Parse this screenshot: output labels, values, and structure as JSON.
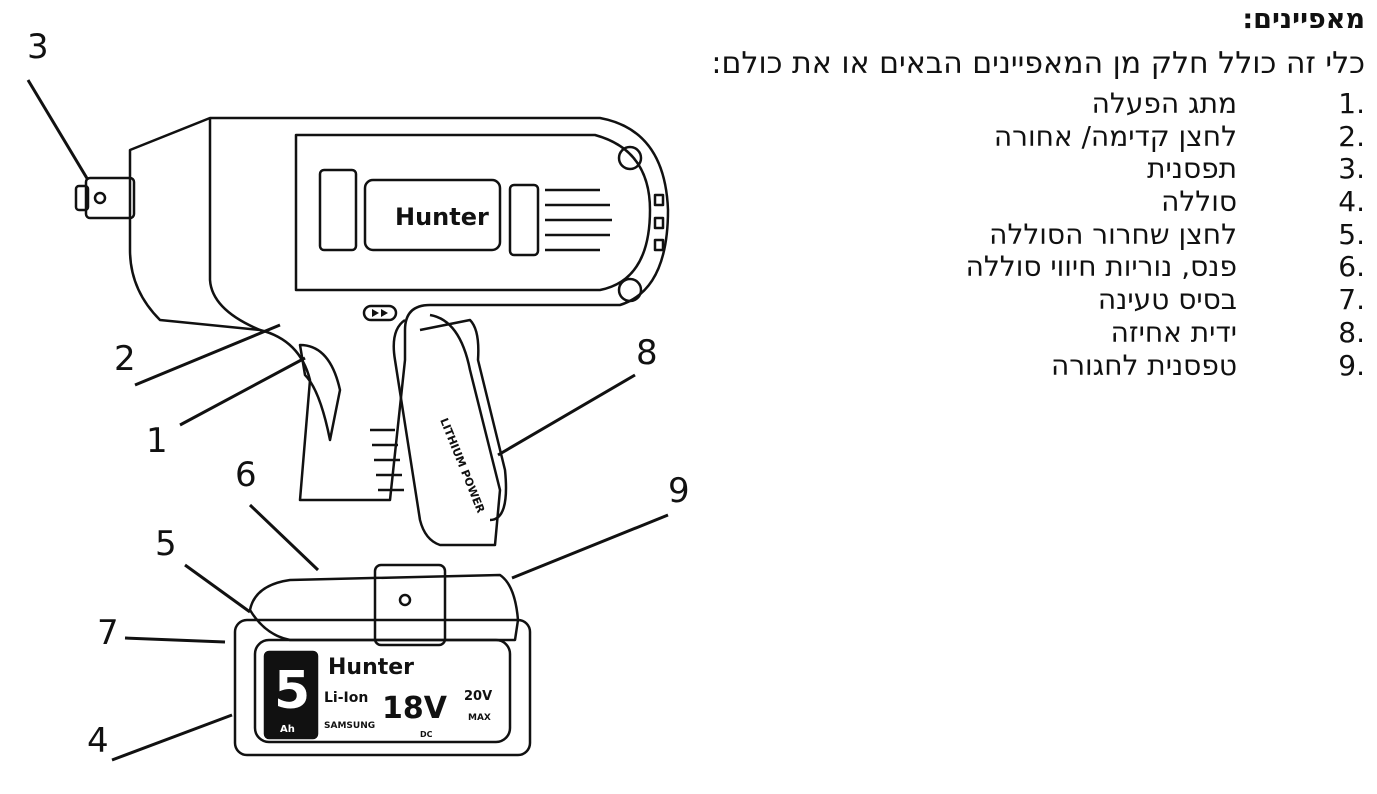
{
  "heading": "מאפיינים:",
  "intro": "כלי זה כולל חלק מן המאפיינים הבאים או את כולם:",
  "features": [
    {
      "num": ".1",
      "label": "מתג הפעלה"
    },
    {
      "num": ".2",
      "label": "לחצן קדימה/ אחורה"
    },
    {
      "num": ".3",
      "label": "תפסנית"
    },
    {
      "num": ".4",
      "label": "סוללה"
    },
    {
      "num": ".5",
      "label": "לחצן שחרור הסוללה"
    },
    {
      "num": ".6",
      "label": "פנס, נוריות חיווי סוללה"
    },
    {
      "num": ".7",
      "label": "בסיס טעינה"
    },
    {
      "num": ".8",
      "label": "ידית אחיזה"
    },
    {
      "num": ".9",
      "label": "טפסנית לחגורה"
    }
  ],
  "callouts": {
    "c1": "1",
    "c2": "2",
    "c3": "3",
    "c4": "4",
    "c5": "5",
    "c6": "6",
    "c7": "7",
    "c8": "8",
    "c9": "9"
  },
  "drawing": {
    "body_logo": "Hunter",
    "lithium": "LITHIUM POWER",
    "battery": {
      "capacity": "5",
      "unit": "Ah",
      "logo": "Hunter",
      "chem": "Li-Ion",
      "cell": "SAMSUNG",
      "voltage": "18V",
      "dc": "DC",
      "max_v": "20V",
      "max": "MAX"
    }
  }
}
